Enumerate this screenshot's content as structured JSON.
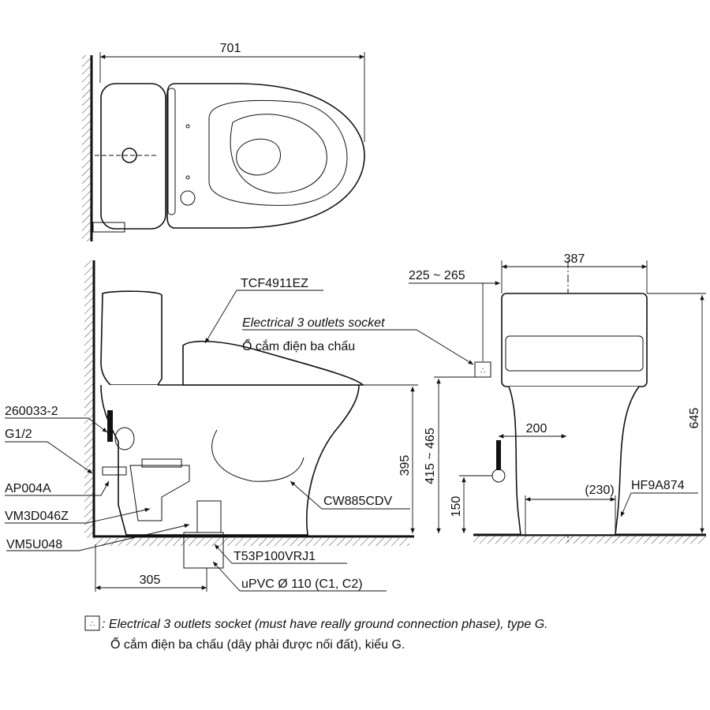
{
  "top_view": {
    "width_dim": "701"
  },
  "side_view": {
    "seat_model": "TCF4911EZ",
    "socket_label_en": "Electrical 3 outlets socket",
    "socket_label_vi": "Ổ cắm điện ba chấu",
    "part_260033": "260033-2",
    "part_g12": "G1/2",
    "part_ap004a": "AP004A",
    "part_vm3d046z": "VM3D046Z",
    "part_vm5u048": "VM5U048",
    "bowl_model": "CW885CDV",
    "flange_model": "T53P100VRJ1",
    "pipe_label": "uPVC Ø 110 (C1, C2)",
    "height_dim": "395",
    "rough_in_dim": "305"
  },
  "front_view": {
    "width_dim": "387",
    "socket_offset_dim": "225 ~ 265",
    "total_height_dim": "645",
    "socket_height_dim": "415 ~ 465",
    "supply_offset_dim": "200",
    "supply_height_dim": "150",
    "bolt_spacing_dim": "(230)",
    "bolt_model": "HF9A874"
  },
  "legend": {
    "line_en": ": Electrical 3 outlets socket (must have really ground connection phase), type G.",
    "line_vi": "Ổ cắm điện ba chấu (dây phải được nối đất), kiểu G."
  }
}
